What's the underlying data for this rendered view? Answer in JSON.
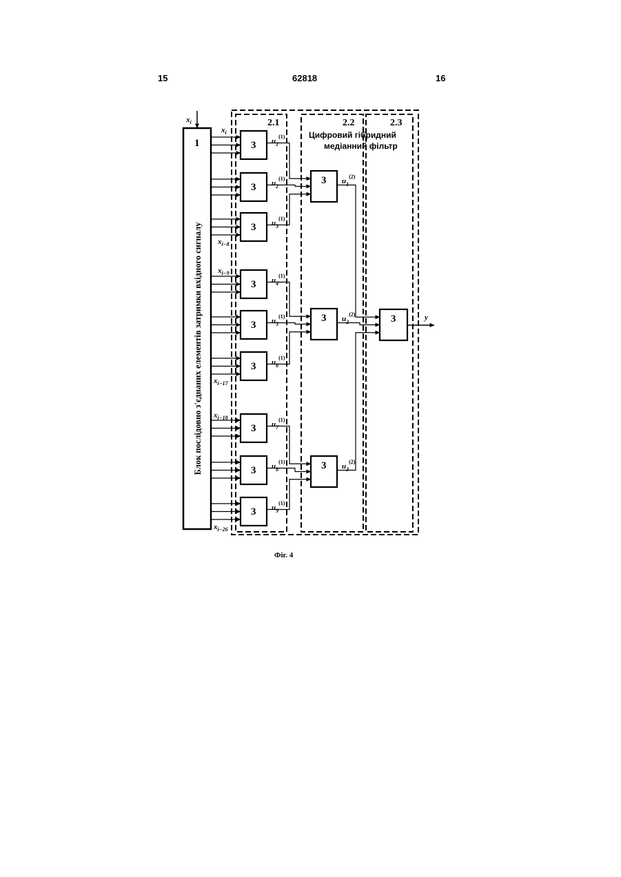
{
  "header": {
    "left_page": "15",
    "patent_number": "62818",
    "right_page": "16"
  },
  "caption": "Фіг. 4",
  "delay_block": {
    "number": "1",
    "label": "Блок послідовно з'єднаних елементів затримки вхідного сигналу",
    "input": {
      "main": "x",
      "sub": "i"
    }
  },
  "filter": {
    "title_line1": "Цифровий гібридний",
    "title_line2": "медіанний фільтр",
    "stages": [
      "2.1",
      "2.2",
      "2.3"
    ]
  },
  "element_label": "3",
  "input_tap_labels": [
    {
      "main": "x",
      "sub": "i"
    },
    {
      "main": "x",
      "sub": "i−8"
    },
    {
      "main": "x",
      "sub": "i−9"
    },
    {
      "main": "x",
      "sub": "i−17"
    },
    {
      "main": "x",
      "sub": "i−18"
    },
    {
      "main": "x",
      "sub": "i−26"
    }
  ],
  "stage1_outputs": [
    {
      "main": "u",
      "sub": "1",
      "sup": "(1)"
    },
    {
      "main": "u",
      "sub": "2",
      "sup": "(1)"
    },
    {
      "main": "u",
      "sub": "3",
      "sup": "(1)"
    },
    {
      "main": "u",
      "sub": "4",
      "sup": "(1)"
    },
    {
      "main": "u",
      "sub": "5",
      "sup": "(1)"
    },
    {
      "main": "u",
      "sub": "6",
      "sup": "(1)"
    },
    {
      "main": "u",
      "sub": "7",
      "sup": "(1)"
    },
    {
      "main": "u",
      "sub": "8",
      "sup": "(1)"
    },
    {
      "main": "u",
      "sub": "9",
      "sup": "(1)"
    }
  ],
  "stage2_outputs": [
    {
      "main": "u",
      "sub": "1",
      "sup": "(2)"
    },
    {
      "main": "u",
      "sub": "2",
      "sup": "(2)"
    },
    {
      "main": "u",
      "sub": "3",
      "sup": "(2)"
    }
  ],
  "output_label": "y"
}
